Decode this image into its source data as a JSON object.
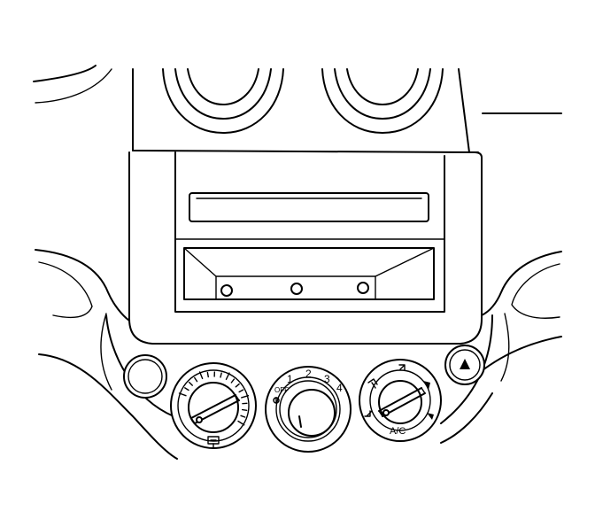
{
  "fan_control": {
    "off_label": "OFF",
    "speed_labels": [
      "1",
      "2",
      "3",
      "4"
    ]
  },
  "mode_control": {
    "ac_label": "A/C"
  },
  "icons": {
    "temperature_knob_marker": "rear-defrost-icon",
    "fan_off_marker": "fan-icon",
    "mode_panel": "panel-vent-icon",
    "mode_bilevel": "bilevel-icon",
    "mode_floor": "floor-icon",
    "mode_defrost": "defrost-icon",
    "hazard": "hazard-triangle-icon"
  }
}
